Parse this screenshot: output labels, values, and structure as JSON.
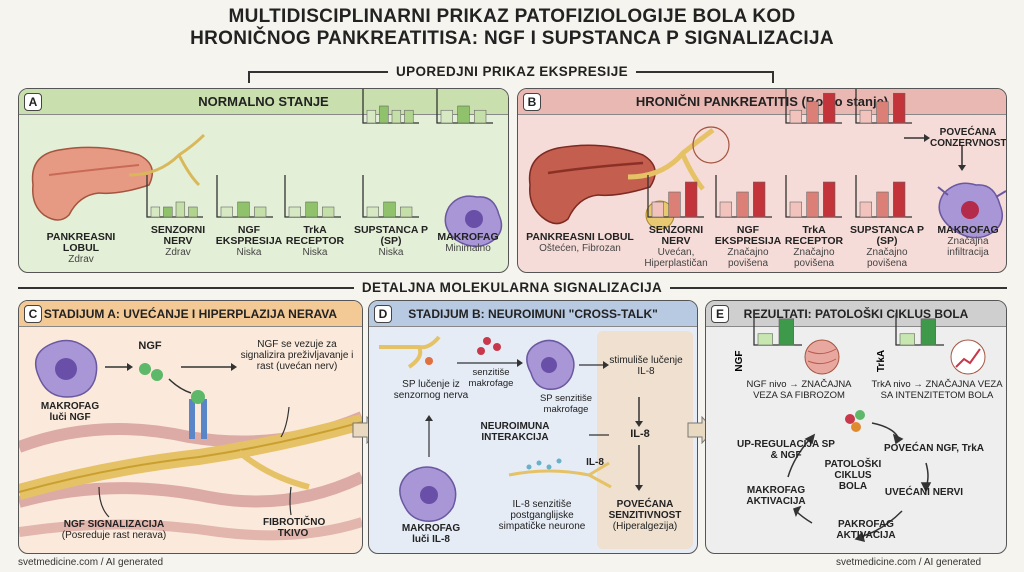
{
  "title": {
    "line1": "MULTIDISCIPLINARNI PRIKAZ PATOFIZIOLOGIJE BOLA KOD",
    "line2": "HRONIČNOG PANKREATITISA: NGF I SUPSTANCA P SIGNALIZACIJA"
  },
  "section1": "UPOREDJNI PRIKAZ EKSPRESIJE",
  "section2": "DETALJNA MOLEKULARNA SIGNALIZACIJA",
  "panelA": {
    "badge": "A",
    "title": "NORMALNO STANJE",
    "items": [
      {
        "name": "PANKREASNI LOBUL",
        "sub": "Zdrav"
      },
      {
        "name": "SENZORNI NERV",
        "sub": "Zdrav"
      },
      {
        "name": "NGF EKSPRESIJA",
        "sub": "Niska"
      },
      {
        "name": "TrkA RECEPTOR",
        "sub": "Niska"
      },
      {
        "name": "SUPSTANCA P (SP)",
        "sub": "Niska"
      },
      {
        "name": "MAKROFAG",
        "sub": "Minimalno"
      }
    ]
  },
  "panelB": {
    "badge": "B",
    "title": "HRONIČNI PANKREATITIS (Bolno stanje)",
    "items": [
      {
        "name": "PANKREASNI LOBUL",
        "sub": "Oštećen, Fibrozan"
      },
      {
        "name": "SENZORNI NERV",
        "sub": "Uvećan, Hiperplastičan"
      },
      {
        "name": "NGF EKSPRESIJA",
        "sub": "Značajno povišena"
      },
      {
        "name": "TrkA RECEPTOR",
        "sub": "Značajno povišena"
      },
      {
        "name": "SUPSTANCA P (SP)",
        "sub": "Značajno povišena"
      },
      {
        "name": "MAKROFAG",
        "sub": "Značajna infiltracija"
      }
    ],
    "arrow_label": "POVEĆANA CONZERVNOST"
  },
  "panelC": {
    "badge": "C",
    "title": "STADIJUM A: UVEĆANJE I HIPERPLAZIJA NERAVA",
    "makrofag": "MAKROFAG",
    "makrofag_sub": "luči NGF",
    "ngf": "NGF",
    "ngf_note": "NGF se vezuje za signalizira preživljavanje i rast (uvećan nerv)",
    "ngf_sig": "NGF SIGNALIZACIJA",
    "ngf_sig_sub": "(Posreduje rast nerava)",
    "fibro": "FIBROTIČNO TKIVO"
  },
  "panelD": {
    "badge": "D",
    "title": "STADIJUM B: NEUROIMUNI \"CROSS-TALK\"",
    "sp_release": "SP lučenje iz senzornog nerva",
    "senz_makro": "senzitiše makrofage",
    "sp_senz": "SP senzitiše makrofage",
    "stim": "stimuliše lučenje IL-8",
    "neuro": "NEUROIMUNA INTERAKCIJA",
    "il8": "IL-8",
    "il8b": "IL-8",
    "makro": "MAKROFAG",
    "makro_sub": "luči IL-8",
    "il8_senz": "IL-8 senzitiše postganglijske simpatičke neurone",
    "pov_senz": "POVEĆANA SENZITIVNOST",
    "hiper": "(Hiperalgezija)"
  },
  "panelE": {
    "badge": "E",
    "title": "REZULTATI: PATOLOŠKI CIKLUS BOLA",
    "ngf_axis": "NGF",
    "trka_axis": "TrkA",
    "ngf_nivo": "NGF nivo → ZNAČAJNA VEZA SA FIBROZOM",
    "trka_nivo": "TrkA nivo → ZNAČAJNA VEZA SA INTENZITETOM BOLA",
    "cycle_center": "PATOLOŠKI CIKLUS BOLA",
    "up": "UP-REGULACIJA SP & NGF",
    "pov": "POVEĆAN NGF, TrkA",
    "uvec": "UVEĆANI NERVI",
    "pakro": "PAKROFAG AKTIVACIJA",
    "makro": "MAKROFAG AKTIVACIJA"
  },
  "footer_left": "svetmedicine.com / AI generated",
  "footer_right": "svetmedicine.com / AI generated",
  "chart_data": [
    {
      "type": "bar",
      "panel": "A",
      "name": "SENZORNI NERV",
      "values": [
        2,
        2,
        3,
        2
      ]
    },
    {
      "type": "bar",
      "panel": "A",
      "name": "NGF EKSPRESIJA",
      "values": [
        2,
        3,
        2
      ]
    },
    {
      "type": "bar",
      "panel": "A",
      "name": "TrkA RECEPTOR",
      "values": [
        2,
        3,
        2
      ]
    },
    {
      "type": "bar",
      "panel": "A",
      "name": "SUPSTANCA P (SP)",
      "values": [
        2,
        3,
        2
      ]
    },
    {
      "type": "bar",
      "panel": "A",
      "name": "top-1",
      "values": [
        3,
        4,
        3,
        3
      ]
    },
    {
      "type": "bar",
      "panel": "A",
      "name": "top-2",
      "values": [
        3,
        4,
        3
      ]
    },
    {
      "type": "bar",
      "panel": "B",
      "name": "SENZORNI NERV",
      "values": [
        3,
        5,
        7
      ]
    },
    {
      "type": "bar",
      "panel": "B",
      "name": "NGF EKSPRESIJA",
      "values": [
        3,
        5,
        7
      ]
    },
    {
      "type": "bar",
      "panel": "B",
      "name": "TrkA RECEPTOR",
      "values": [
        3,
        5,
        7
      ]
    },
    {
      "type": "bar",
      "panel": "B",
      "name": "SUPSTANCA P (SP)",
      "values": [
        3,
        5,
        7
      ]
    },
    {
      "type": "bar",
      "panel": "B",
      "name": "top-1",
      "values": [
        3,
        5,
        7
      ]
    },
    {
      "type": "bar",
      "panel": "B",
      "name": "top-2",
      "values": [
        3,
        5,
        7
      ]
    },
    {
      "type": "bar",
      "panel": "E",
      "name": "NGF",
      "values": [
        3,
        7
      ]
    },
    {
      "type": "bar",
      "panel": "E",
      "name": "TrkA",
      "values": [
        3,
        7
      ]
    }
  ]
}
